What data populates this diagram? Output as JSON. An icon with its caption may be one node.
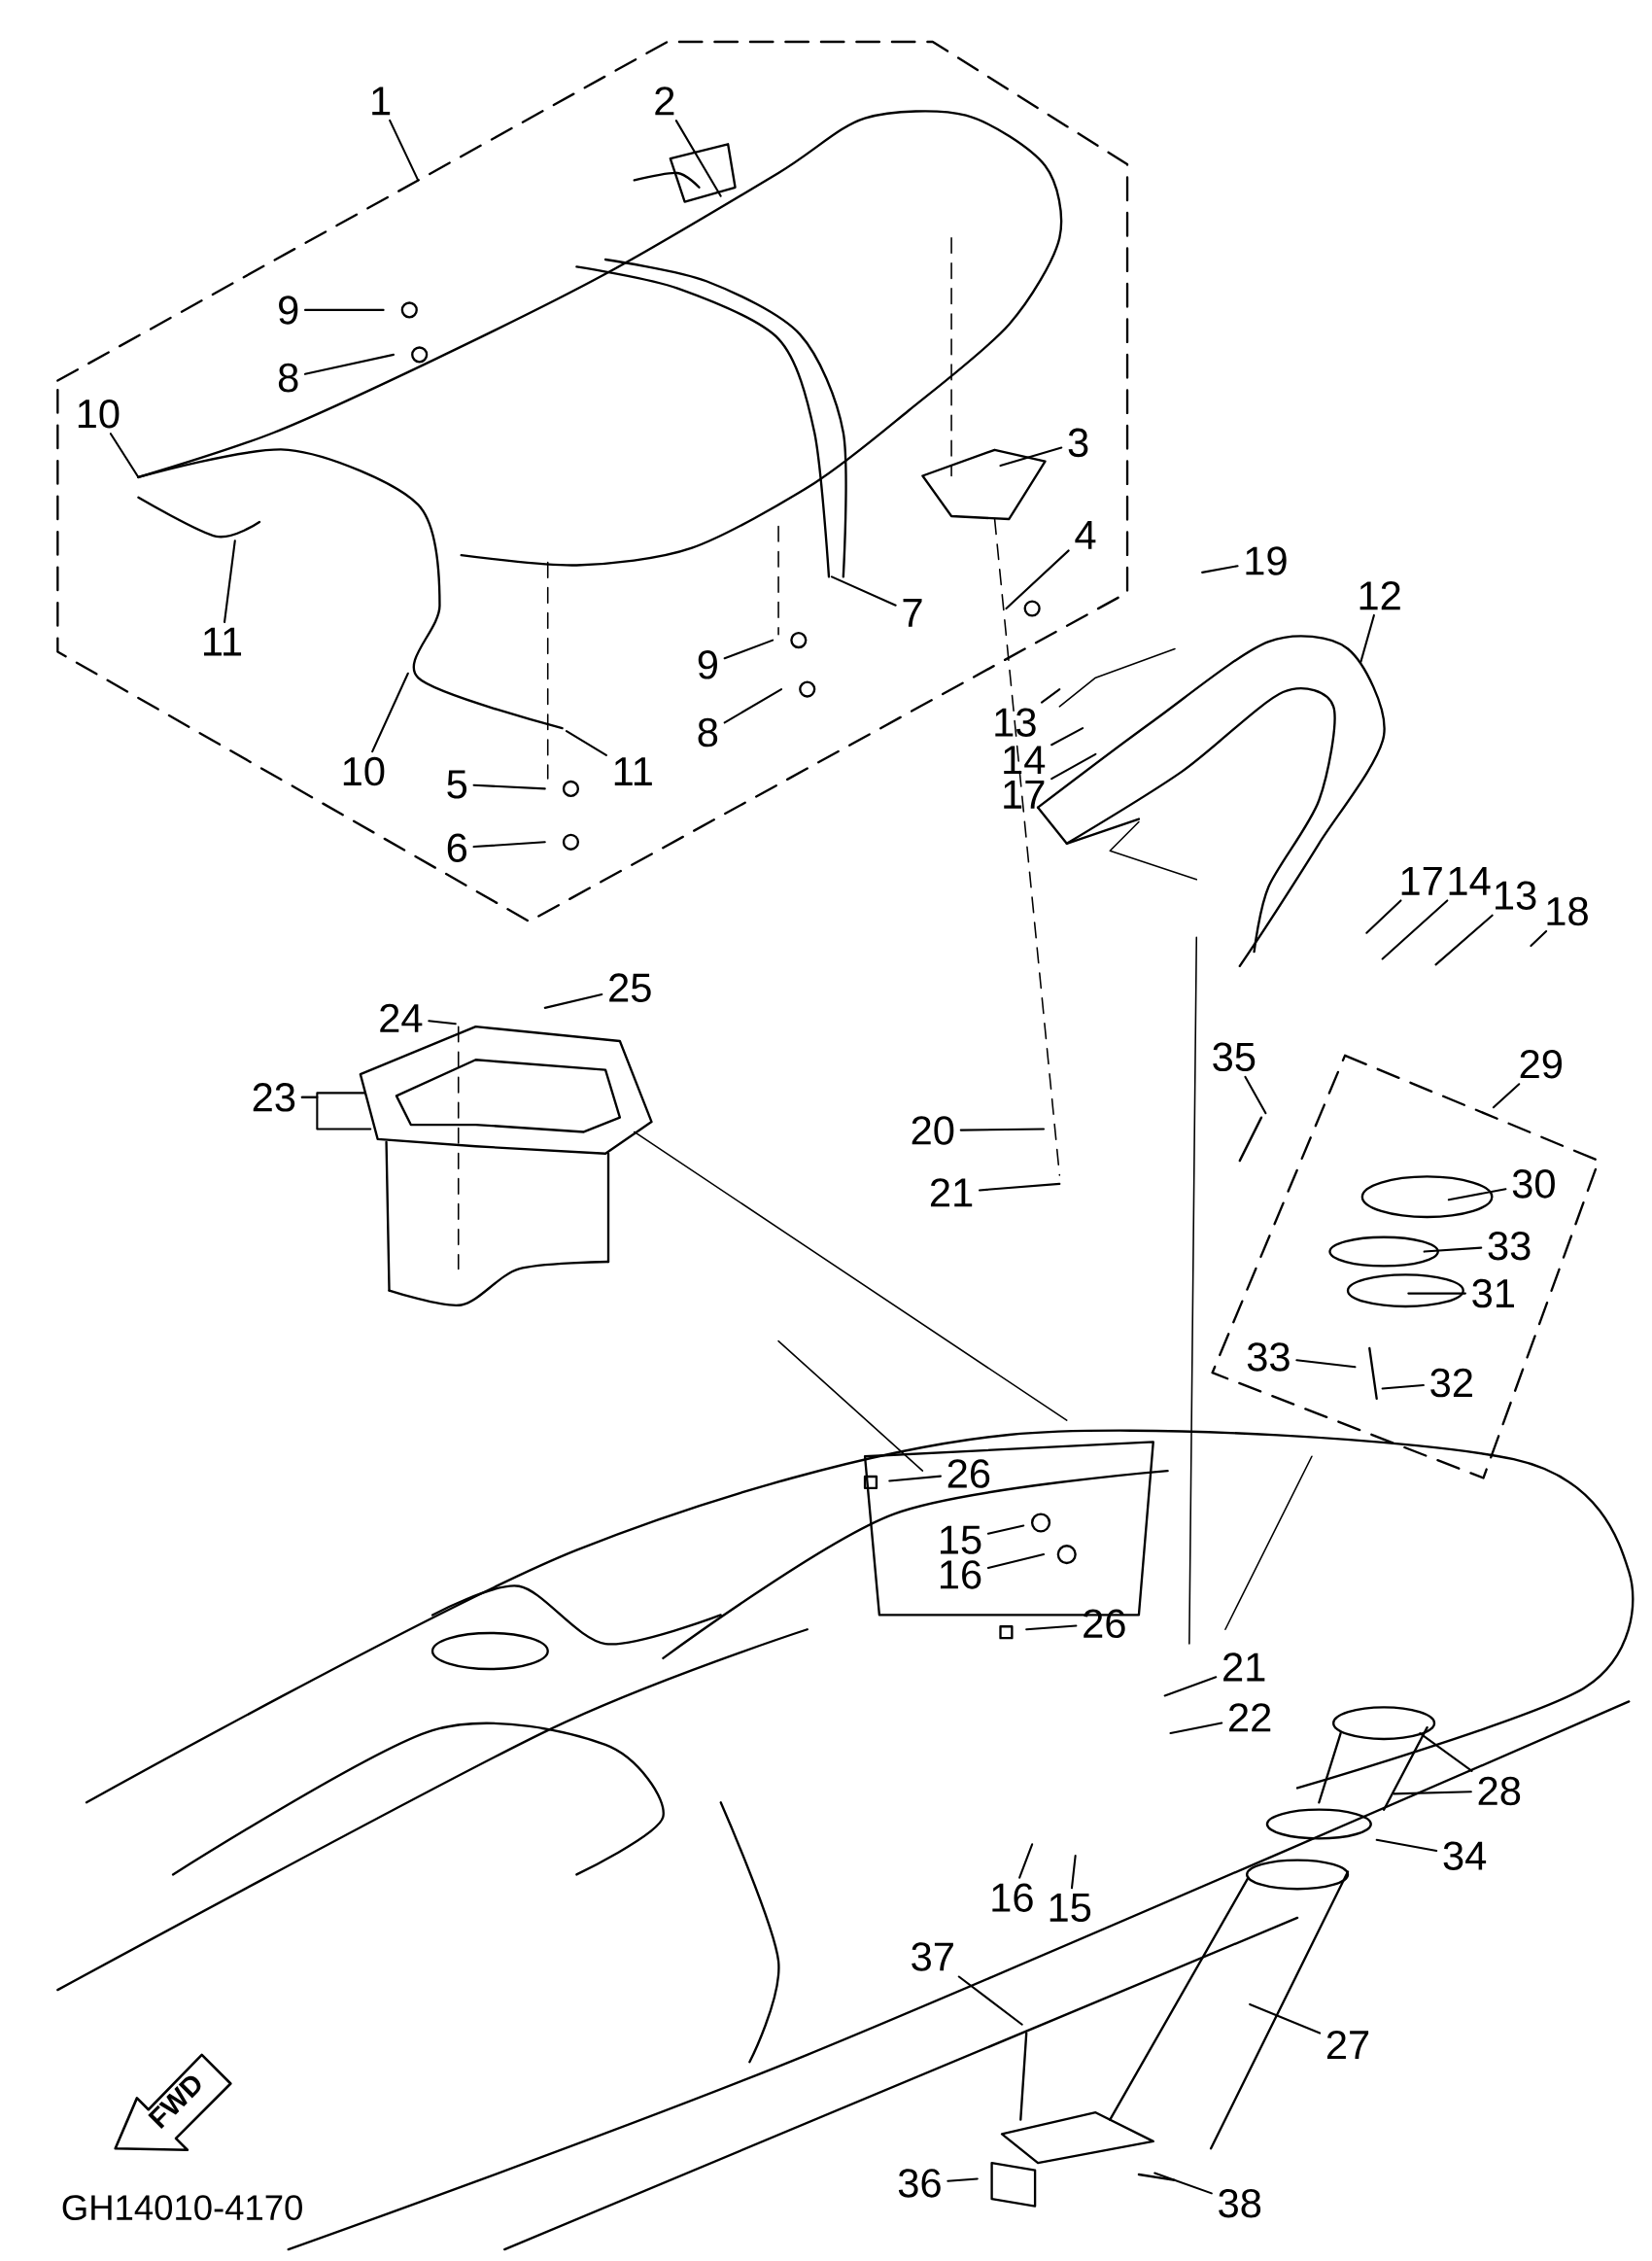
{
  "diagram": {
    "nodes": [
      {
        "text": [
          "1"
        ]
      },
      {
        "text": [
          "2"
        ]
      },
      {
        "text": [
          "9"
        ]
      },
      {
        "text": [
          "8"
        ]
      },
      {
        "text": [
          "10"
        ]
      },
      {
        "text": [
          "11"
        ]
      },
      {
        "text": [
          "10"
        ]
      },
      {
        "text": [
          "11"
        ]
      },
      {
        "text": [
          "7"
        ]
      },
      {
        "text": [
          "9"
        ]
      },
      {
        "text": [
          "8"
        ]
      },
      {
        "text": [
          "5"
        ]
      },
      {
        "text": [
          "6"
        ]
      },
      {
        "text": [
          "3"
        ]
      },
      {
        "text": [
          "4"
        ]
      },
      {
        "text": [
          "19"
        ]
      },
      {
        "text": [
          "12"
        ]
      },
      {
        "text": [
          "13"
        ]
      },
      {
        "text": [
          "14"
        ]
      },
      {
        "text": [
          "17"
        ]
      },
      {
        "text": [
          "17"
        ]
      },
      {
        "text": [
          "14"
        ]
      },
      {
        "text": [
          "13"
        ]
      },
      {
        "text": [
          "18"
        ]
      },
      {
        "text": [
          "25"
        ]
      },
      {
        "text": [
          "24"
        ]
      },
      {
        "text": [
          "23"
        ]
      },
      {
        "text": [
          "35"
        ]
      },
      {
        "text": [
          "29"
        ]
      },
      {
        "text": [
          "30"
        ]
      },
      {
        "text": [
          "33"
        ]
      },
      {
        "text": [
          "31"
        ]
      },
      {
        "text": [
          "33"
        ]
      },
      {
        "text": [
          "32"
        ]
      },
      {
        "text": [
          "20"
        ]
      },
      {
        "text": [
          "21"
        ]
      },
      {
        "text": [
          "26"
        ]
      },
      {
        "text": [
          "15"
        ]
      },
      {
        "text": [
          "16"
        ]
      },
      {
        "text": [
          "26"
        ]
      },
      {
        "text": [
          "21"
        ]
      },
      {
        "text": [
          "22"
        ]
      },
      {
        "text": [
          "28"
        ]
      },
      {
        "text": [
          "34"
        ]
      },
      {
        "text": [
          "16"
        ]
      },
      {
        "text": [
          "15"
        ]
      },
      {
        "text": [
          "37"
        ]
      },
      {
        "text": [
          "27"
        ]
      },
      {
        "text": [
          "36"
        ]
      },
      {
        "text": [
          "38"
        ]
      }
    ],
    "edges": [
      {
        "from": 0,
        "to": null,
        "arrow": "none"
      },
      {
        "from": 1,
        "to": null,
        "arrow": "none"
      },
      {
        "from": 2,
        "to": null,
        "arrow": "none"
      },
      {
        "from": 3,
        "to": null,
        "arrow": "none"
      },
      {
        "from": 4,
        "to": null,
        "arrow": "none"
      },
      {
        "from": 5,
        "to": null,
        "arrow": "none"
      },
      {
        "from": 6,
        "to": null,
        "arrow": "none"
      },
      {
        "from": 7,
        "to": null,
        "arrow": "none"
      },
      {
        "from": 8,
        "to": null,
        "arrow": "none"
      },
      {
        "from": 9,
        "to": null,
        "arrow": "none"
      },
      {
        "from": 10,
        "to": null,
        "arrow": "none"
      },
      {
        "from": 11,
        "to": null,
        "arrow": "none"
      },
      {
        "from": 12,
        "to": null,
        "arrow": "none"
      },
      {
        "from": 13,
        "to": null,
        "arrow": "none"
      },
      {
        "from": 14,
        "to": null,
        "arrow": "none"
      },
      {
        "from": 15,
        "to": null,
        "arrow": "none"
      },
      {
        "from": 16,
        "to": null,
        "arrow": "none"
      },
      {
        "from": 17,
        "to": null,
        "arrow": "none"
      },
      {
        "from": 18,
        "to": null,
        "arrow": "none"
      },
      {
        "from": 19,
        "to": null,
        "arrow": "none"
      },
      {
        "from": 20,
        "to": null,
        "arrow": "none"
      },
      {
        "from": 21,
        "to": null,
        "arrow": "none"
      },
      {
        "from": 22,
        "to": null,
        "arrow": "none"
      },
      {
        "from": 23,
        "to": null,
        "arrow": "none"
      },
      {
        "from": 24,
        "to": null,
        "arrow": "none"
      },
      {
        "from": 25,
        "to": null,
        "arrow": "none"
      },
      {
        "from": 26,
        "to": null,
        "arrow": "none"
      },
      {
        "from": 26,
        "to": null,
        "arrow": "none"
      },
      {
        "from": 27,
        "to": null,
        "arrow": "none"
      },
      {
        "from": 28,
        "to": null,
        "arrow": "none"
      },
      {
        "from": 29,
        "to": null,
        "arrow": "none"
      },
      {
        "from": 30,
        "to": null,
        "arrow": "none"
      },
      {
        "from": 31,
        "to": null,
        "arrow": "none"
      },
      {
        "from": 32,
        "to": null,
        "arrow": "none"
      },
      {
        "from": 33,
        "to": null,
        "arrow": "none"
      },
      {
        "from": 34,
        "to": null,
        "arrow": "none"
      },
      {
        "from": 35,
        "to": null,
        "arrow": "none"
      },
      {
        "from": 36,
        "to": null,
        "arrow": "none"
      },
      {
        "from": 37,
        "to": null,
        "arrow": "none"
      },
      {
        "from": 38,
        "to": null,
        "arrow": "none"
      },
      {
        "from": 39,
        "to": null,
        "arrow": "none"
      },
      {
        "from": 40,
        "to": null,
        "arrow": "none"
      },
      {
        "from": 41,
        "to": null,
        "arrow": "none"
      },
      {
        "from": 42,
        "to": null,
        "arrow": "none"
      },
      {
        "from": 42,
        "to": null,
        "arrow": "none"
      },
      {
        "from": 43,
        "to": null,
        "arrow": "none"
      },
      {
        "from": 44,
        "to": null,
        "arrow": "none"
      },
      {
        "from": 45,
        "to": null,
        "arrow": "none"
      },
      {
        "from": 46,
        "to": null,
        "arrow": "none"
      },
      {
        "from": 47,
        "to": null,
        "arrow": "none"
      },
      {
        "from": 48,
        "to": null,
        "arrow": "none"
      },
      {
        "from": 49,
        "to": null,
        "arrow": "none"
      }
    ],
    "labels": [
      "FWD",
      "GH14010-4170"
    ]
  }
}
